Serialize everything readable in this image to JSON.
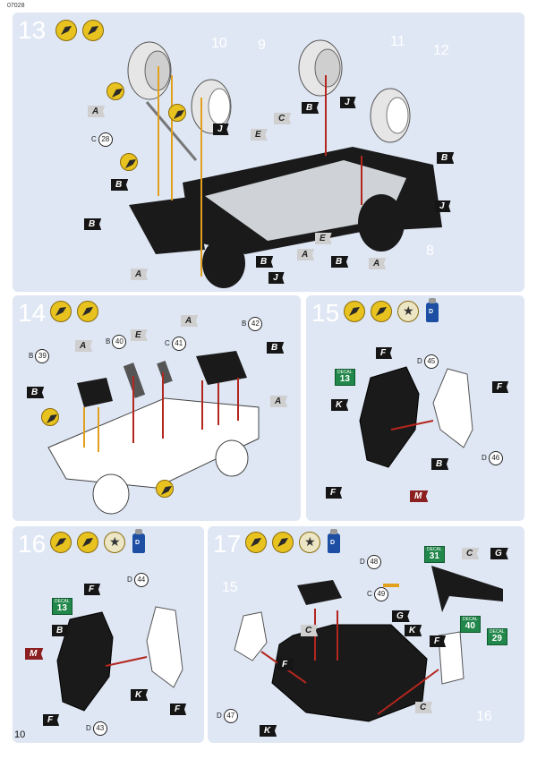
{
  "header": {
    "code": "07028"
  },
  "footer": {
    "page_number": "10"
  },
  "step13": {
    "number": "13",
    "callouts": [
      "10",
      "9",
      "11",
      "12",
      "8"
    ],
    "flags": [
      "A",
      "B",
      "C",
      "E",
      "J"
    ],
    "parts": [
      {
        "letter": "C",
        "num": "28"
      }
    ]
  },
  "step14": {
    "number": "14",
    "flags": [
      "A",
      "B",
      "E"
    ],
    "parts": [
      {
        "letter": "B",
        "num": "39"
      },
      {
        "letter": "B",
        "num": "40"
      },
      {
        "letter": "C",
        "num": "41"
      },
      {
        "letter": "B",
        "num": "42"
      }
    ]
  },
  "step15": {
    "number": "15",
    "flags": [
      "F",
      "K",
      "B",
      "M"
    ],
    "decal": {
      "label": "DECAL",
      "num": "13"
    },
    "parts": [
      {
        "letter": "D",
        "num": "45"
      },
      {
        "letter": "D",
        "num": "46"
      }
    ]
  },
  "step16": {
    "number": "16",
    "flags": [
      "F",
      "B",
      "M",
      "K"
    ],
    "decal": {
      "label": "DECAL",
      "num": "13"
    },
    "parts": [
      {
        "letter": "D",
        "num": "44"
      },
      {
        "letter": "D",
        "num": "43"
      }
    ]
  },
  "step17": {
    "number": "17",
    "callouts": [
      "15",
      "16"
    ],
    "flags": [
      "C",
      "G",
      "F",
      "K"
    ],
    "decals": [
      {
        "label": "DECAL",
        "num": "31"
      },
      {
        "label": "DECAL",
        "num": "40"
      },
      {
        "label": "DECAL",
        "num": "29"
      }
    ],
    "parts": [
      {
        "letter": "D",
        "num": "48"
      },
      {
        "letter": "C",
        "num": "49"
      },
      {
        "letter": "D",
        "num": "47"
      }
    ]
  }
}
